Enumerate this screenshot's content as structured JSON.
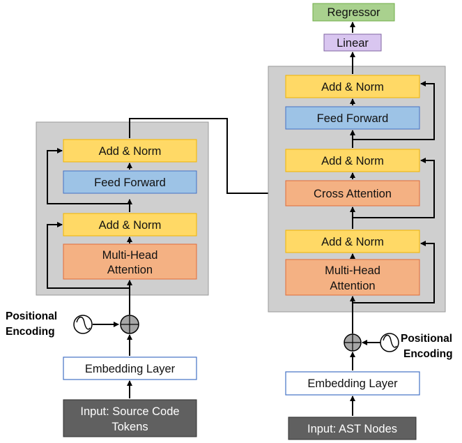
{
  "colors": {
    "panel": "#cfcfcf",
    "add_norm": "#ffd966",
    "feed_forward": "#9dc3e6",
    "attention": "#f4b183",
    "embedding": "#ffffff",
    "embedding_border": "#4472c4",
    "input": "#606060",
    "linear": "#d9c6f0",
    "regressor": "#a9d18e"
  },
  "encoder": {
    "add_norm_top": "Add & Norm",
    "feed_forward": "Feed Forward",
    "add_norm_bottom": "Add & Norm",
    "attention_line1": "Multi-Head",
    "attention_line2": "Attention",
    "positional_line1": "Positional",
    "positional_line2": "Encoding",
    "embedding": "Embedding Layer",
    "input_line1": "Input: Source Code",
    "input_line2": "Tokens"
  },
  "decoder": {
    "regressor": "Regressor",
    "linear": "Linear",
    "add_norm_top": "Add & Norm",
    "feed_forward": "Feed Forward",
    "add_norm_mid": "Add & Norm",
    "cross_attention": "Cross Attention",
    "add_norm_bottom": "Add & Norm",
    "attention_line1": "Multi-Head",
    "attention_line2": "Attention",
    "positional_line1": "Positional",
    "positional_line2": "Encoding",
    "embedding": "Embedding Layer",
    "input": "Input: AST Nodes"
  }
}
